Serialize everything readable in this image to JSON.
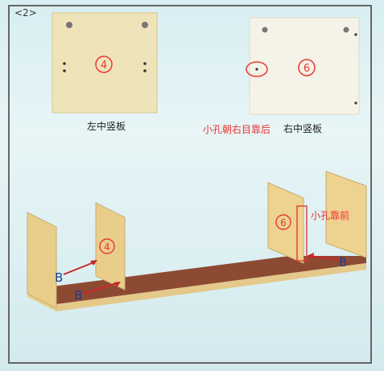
{
  "step": "<2>",
  "left_panel": {
    "label": "左中竖板",
    "num": "4"
  },
  "right_panel": {
    "label": "右中竖板",
    "num": "6",
    "note": "小孔朝右目靠后"
  },
  "assembly": {
    "num_left": "4",
    "num_right": "6",
    "note_front": "小孔靠前",
    "marker_b": "B"
  },
  "colors": {
    "wood": "#efe3b9",
    "wood_dark": "#d9c58a",
    "red": "#e53935",
    "brown": "#8d4a32",
    "blue": "#1e3d8f"
  }
}
